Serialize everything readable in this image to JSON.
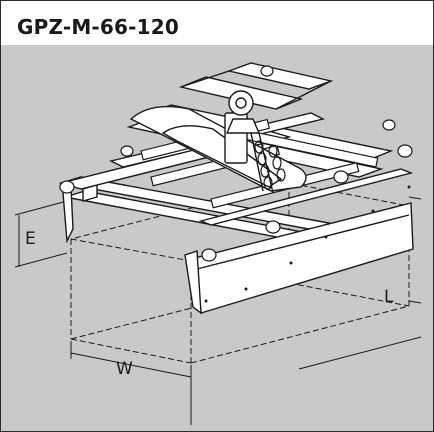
{
  "title": "GPZ-M-66-120",
  "dimensions": {
    "e": "E",
    "l": "L",
    "w": "W"
  },
  "colors": {
    "background": "#c9c9c9",
    "header": "#ffffff",
    "line": "#1a1a1a"
  }
}
